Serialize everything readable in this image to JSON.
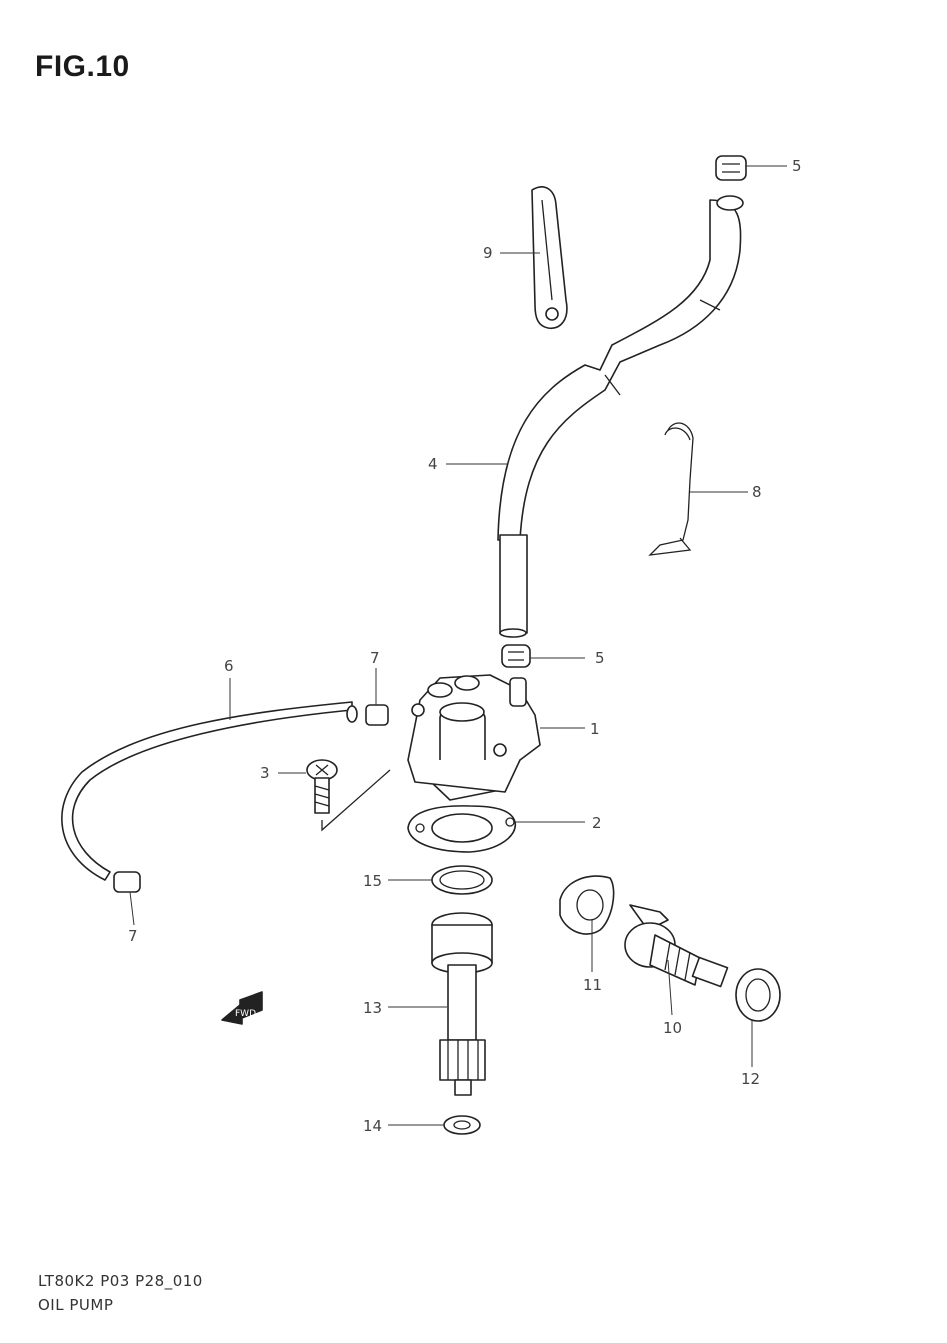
{
  "figure": {
    "title": "FIG.10",
    "code": "LT80K2 P03 P28_010",
    "name": "OIL PUMP",
    "fwd_label": "FWD"
  },
  "callouts": {
    "c1": "1",
    "c2": "2",
    "c3": "3",
    "c4": "4",
    "c5a": "5",
    "c5b": "5",
    "c6": "6",
    "c7a": "7",
    "c7b": "7",
    "c8": "8",
    "c9": "9",
    "c10": "10",
    "c11": "11",
    "c12": "12",
    "c13": "13",
    "c14": "14",
    "c15": "15"
  }
}
